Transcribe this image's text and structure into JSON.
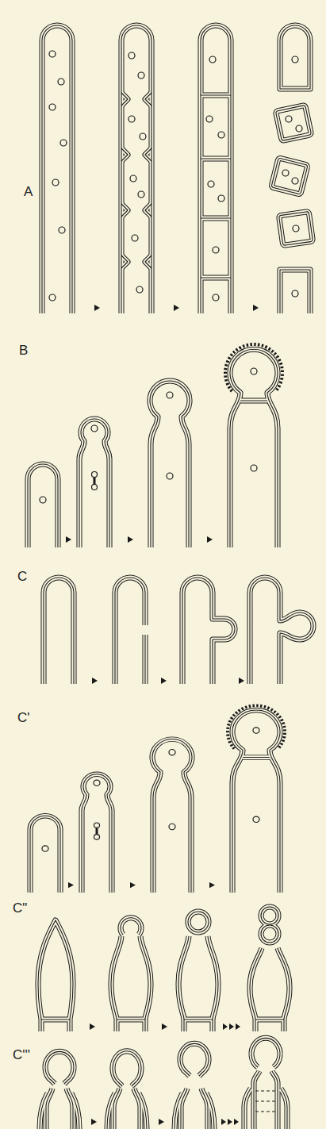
{
  "diagram": {
    "labels": [
      "A",
      "B",
      "C",
      "C'",
      "C\"",
      "C'''"
    ]
  }
}
